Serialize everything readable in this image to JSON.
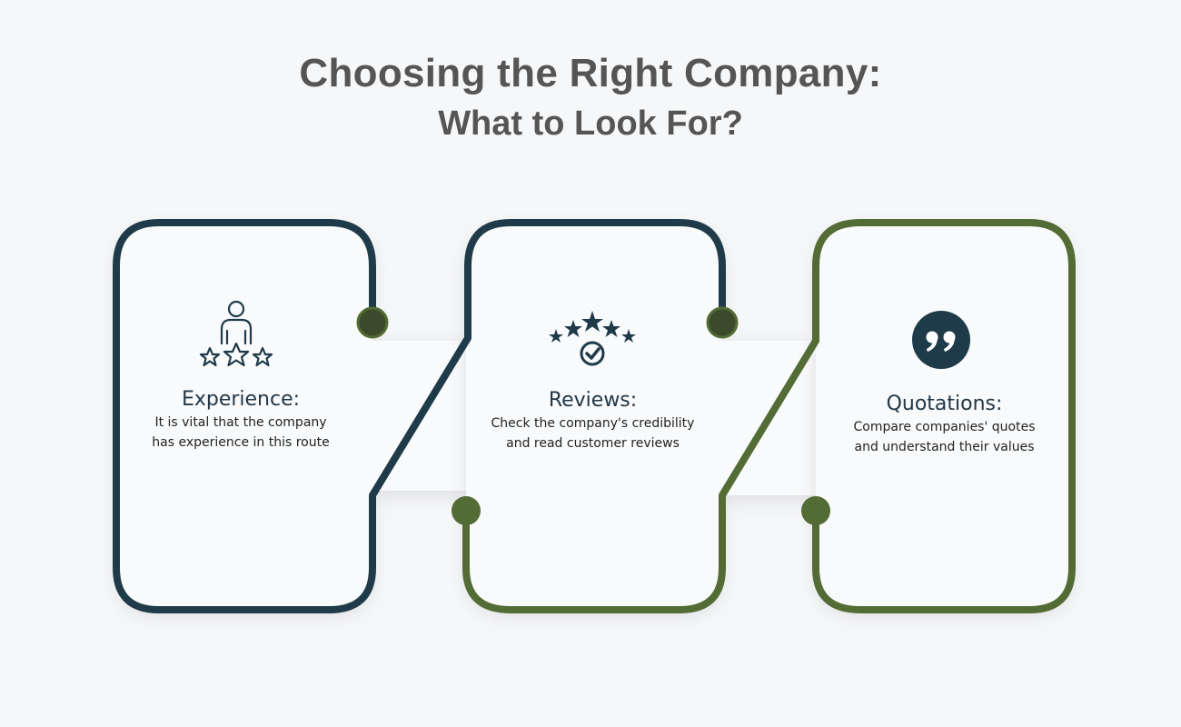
{
  "title": {
    "line1": "Choosing the Right Company:",
    "line2": "What to Look For?"
  },
  "colors": {
    "navy": "#1f3b4a",
    "olive": "#536b34",
    "background": "#f6f7f9"
  },
  "cards": [
    {
      "heading": "Experience:",
      "line1": "It is vital that the company",
      "line2": "has experience in this route",
      "icon": "person-stars-icon"
    },
    {
      "heading": "Reviews:",
      "line1": "Check the company's credibility",
      "line2": "and read customer reviews",
      "icon": "stars-check-icon"
    },
    {
      "heading": "Quotations:",
      "line1": "Compare companies' quotes",
      "line2": "and understand their values",
      "icon": "quote-icon"
    }
  ]
}
